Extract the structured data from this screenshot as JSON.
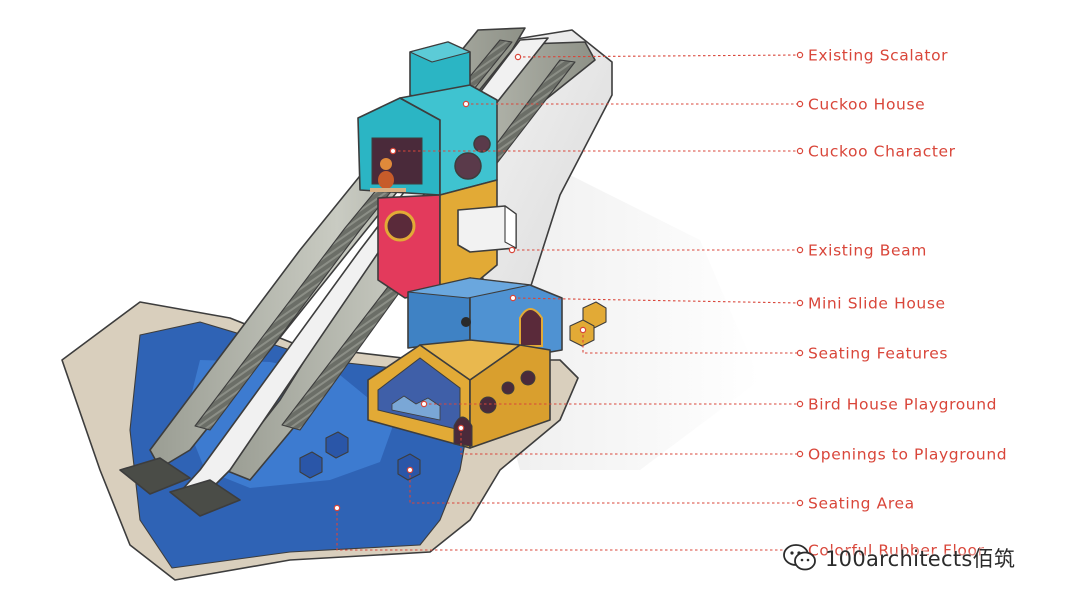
{
  "colors": {
    "accent": "#d9463a",
    "floor_beige": "#d9cfbd",
    "floor_blue": "#2f63b5",
    "floor_blue_light": "#3d7bd0",
    "teal": "#2bb5c4",
    "pink": "#e33a5c",
    "mustard": "#e2aa36",
    "steel_blue": "#3f82c4"
  },
  "callouts": [
    {
      "id": "existing-scalator",
      "label": "Existing Scalator"
    },
    {
      "id": "cuckoo-house",
      "label": "Cuckoo House"
    },
    {
      "id": "cuckoo-character",
      "label": "Cuckoo Character"
    },
    {
      "id": "existing-beam",
      "label": "Existing Beam"
    },
    {
      "id": "mini-slide-house",
      "label": "Mini Slide House"
    },
    {
      "id": "seating-features",
      "label": "Seating Features"
    },
    {
      "id": "bird-house-playground",
      "label": "Bird House Playground"
    },
    {
      "id": "openings-to-playground",
      "label": "Openings to Playground"
    },
    {
      "id": "seating-area",
      "label": "Seating Area"
    },
    {
      "id": "colorful-rubber-floor",
      "label": "Colorful Rubber Floor"
    }
  ],
  "watermark": {
    "icon": "wechat-icon",
    "text": "100architects佰筑"
  }
}
